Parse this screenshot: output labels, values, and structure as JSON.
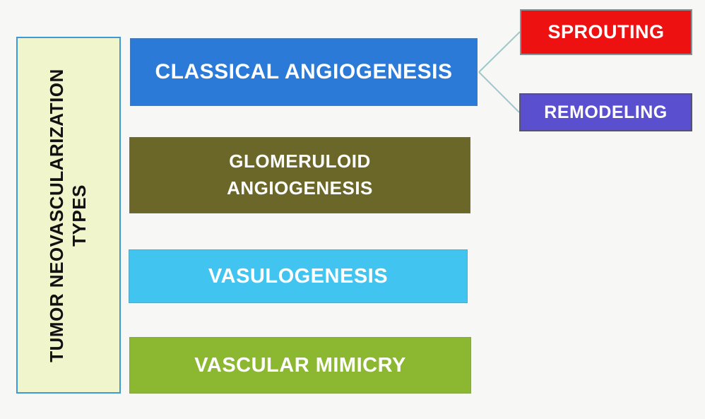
{
  "page": {
    "background": "#f7f7f6"
  },
  "category_panel": {
    "label": "TUMOR NEOVASCULARIZATION TYPES",
    "lines": [
      "TUMOR NEOVASCULARIZATION",
      "TYPES"
    ],
    "bg": "#f0f5cb",
    "border_color": "#3e98dc",
    "text_color": "#111111"
  },
  "types": [
    {
      "id": "classical-angiogenesis",
      "label": "CLASSICAL ANGIOGENESIS",
      "bg": "#2b7ad7",
      "text_color": "#ffffff"
    },
    {
      "id": "glomeruloid-angiogenesis",
      "label": "GLOMERULOID ANGIOGENESIS",
      "lines": [
        "GLOMERULOID",
        "ANGIOGENESIS"
      ],
      "bg": "#6b6729",
      "text_color": "#ffffff"
    },
    {
      "id": "vasulogenesis",
      "label": "VASULOGENESIS",
      "bg": "#41c5f0",
      "text_color": "#ffffff"
    },
    {
      "id": "vascular-mimicry",
      "label": "VASCULAR MIMICRY",
      "bg": "#8bb830",
      "text_color": "#ffffff"
    }
  ],
  "subtypes": [
    {
      "id": "sprouting",
      "label": "SPROUTING",
      "parent": "classical-angiogenesis",
      "bg": "#ee1111",
      "border_color": "#8a9097",
      "text_color": "#ffffff"
    },
    {
      "id": "remodeling",
      "label": "REMODELING",
      "parent": "classical-angiogenesis",
      "bg": "#5a4fce",
      "border_color": "#55517f",
      "text_color": "#ffffff"
    }
  ],
  "connectors": {
    "color": "#9fc8ca",
    "edges": [
      {
        "from": "classical-angiogenesis",
        "to": "sprouting"
      },
      {
        "from": "classical-angiogenesis",
        "to": "remodeling"
      }
    ]
  }
}
